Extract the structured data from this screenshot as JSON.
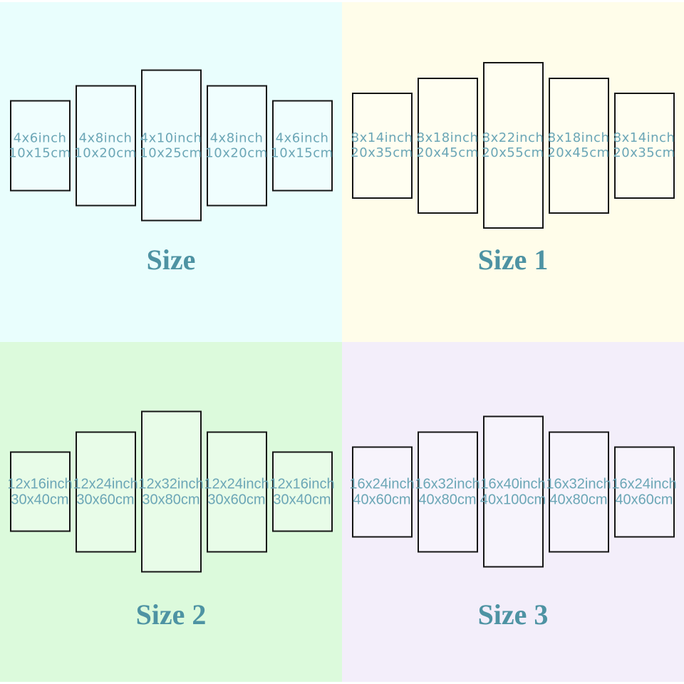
{
  "colors": {
    "label_text": "#6ba6b6",
    "title_text": "#4e93a3",
    "panel_border": "#161616",
    "page_border": "#ffffff"
  },
  "quadrants": [
    {
      "title": "Size",
      "bg": "#e9fefd",
      "panels": [
        {
          "inches": "4x6inch",
          "cm": "10x15cm",
          "w_in": 4,
          "h_in": 6
        },
        {
          "inches": "4x8inch",
          "cm": "10x20cm",
          "w_in": 4,
          "h_in": 8
        },
        {
          "inches": "4x10inch",
          "cm": "10x25cm",
          "w_in": 4,
          "h_in": 10
        },
        {
          "inches": "4x8inch",
          "cm": "10x20cm",
          "w_in": 4,
          "h_in": 8
        },
        {
          "inches": "4x6inch",
          "cm": "10x15cm",
          "w_in": 4,
          "h_in": 6
        }
      ]
    },
    {
      "title": "Size 1",
      "bg": "#fffdea",
      "panels": [
        {
          "inches": "8x14inch",
          "cm": "20x35cm",
          "w_in": 8,
          "h_in": 14
        },
        {
          "inches": "8x18inch",
          "cm": "20x45cm",
          "w_in": 8,
          "h_in": 18
        },
        {
          "inches": "8x22inch",
          "cm": "20x55cm",
          "w_in": 8,
          "h_in": 22
        },
        {
          "inches": "8x18inch",
          "cm": "20x45cm",
          "w_in": 8,
          "h_in": 18
        },
        {
          "inches": "8x14inch",
          "cm": "20x35cm",
          "w_in": 8,
          "h_in": 14
        }
      ]
    },
    {
      "title": "Size 2",
      "bg": "#dcfadc",
      "panels": [
        {
          "inches": "12x16inch",
          "cm": "30x40cm",
          "w_in": 12,
          "h_in": 16
        },
        {
          "inches": "12x24inch",
          "cm": "30x60cm",
          "w_in": 12,
          "h_in": 24
        },
        {
          "inches": "12x32inch",
          "cm": "30x80cm",
          "w_in": 12,
          "h_in": 32
        },
        {
          "inches": "12x24inch",
          "cm": "30x60cm",
          "w_in": 12,
          "h_in": 24
        },
        {
          "inches": "12x16inch",
          "cm": "30x40cm",
          "w_in": 12,
          "h_in": 16
        }
      ]
    },
    {
      "title": "Size 3",
      "bg": "#f3eefa",
      "panels": [
        {
          "inches": "16x24inch",
          "cm": "40x60cm",
          "w_in": 16,
          "h_in": 24
        },
        {
          "inches": "16x32inch",
          "cm": "40x80cm",
          "w_in": 16,
          "h_in": 32
        },
        {
          "inches": "16x40inch",
          "cm": "40x100cm",
          "w_in": 16,
          "h_in": 40
        },
        {
          "inches": "16x32inch",
          "cm": "40x80cm",
          "w_in": 16,
          "h_in": 32
        },
        {
          "inches": "16x24inch",
          "cm": "40x60cm",
          "w_in": 16,
          "h_in": 24
        }
      ]
    }
  ]
}
